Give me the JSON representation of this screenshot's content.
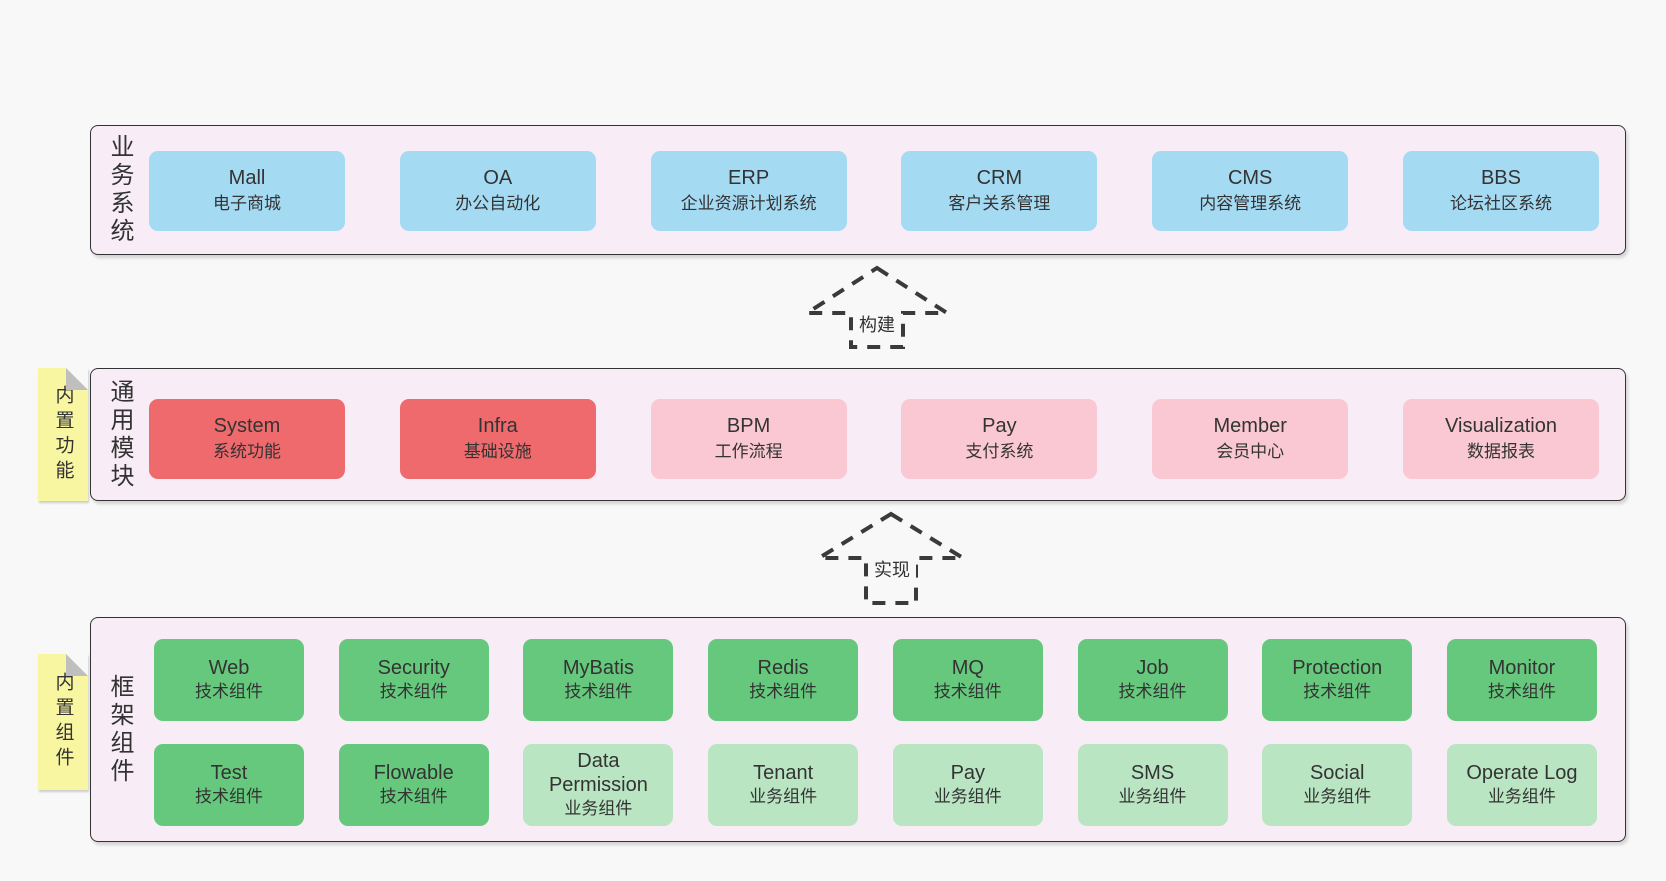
{
  "page": {
    "background": "#f8f8f8"
  },
  "colors": {
    "band_background": "#f8edf6",
    "band_border": "#333333",
    "blue_box": "#a5daf3",
    "red_box": "#ef6a6d",
    "pink_box": "#f9c8d3",
    "green_dark_box": "#66c87c",
    "green_light_box": "#b9e5c3",
    "sticky_yellow": "#f9f6a1",
    "sticky_fold_gray": "#bfbfbf",
    "arrow_dash": "#3a3a3a",
    "text": "#333333"
  },
  "arrows": [
    {
      "label": "构建"
    },
    {
      "label": "实现"
    }
  ],
  "bands": [
    {
      "label": "业务系统",
      "boxes": [
        {
          "name": "Mall",
          "subtitle": "电子商城"
        },
        {
          "name": "OA",
          "subtitle": "办公自动化"
        },
        {
          "name": "ERP",
          "subtitle": "企业资源计划系统"
        },
        {
          "name": "CRM",
          "subtitle": "客户关系管理"
        },
        {
          "name": "CMS",
          "subtitle": "内容管理系统"
        },
        {
          "name": "BBS",
          "subtitle": "论坛社区系统"
        }
      ]
    },
    {
      "label": "通用模块",
      "sticky": "内置功能",
      "boxes": [
        {
          "name": "System",
          "subtitle": "系统功能"
        },
        {
          "name": "Infra",
          "subtitle": "基础设施"
        },
        {
          "name": "BPM",
          "subtitle": "工作流程"
        },
        {
          "name": "Pay",
          "subtitle": "支付系统"
        },
        {
          "name": "Member",
          "subtitle": "会员中心"
        },
        {
          "name": "Visualization",
          "subtitle": "数据报表"
        }
      ]
    },
    {
      "label": "框架组件",
      "sticky": "内置组件",
      "rows": [
        [
          {
            "name": "Web",
            "subtitle": "技术组件"
          },
          {
            "name": "Security",
            "subtitle": "技术组件"
          },
          {
            "name": "MyBatis",
            "subtitle": "技术组件"
          },
          {
            "name": "Redis",
            "subtitle": "技术组件"
          },
          {
            "name": "MQ",
            "subtitle": "技术组件"
          },
          {
            "name": "Job",
            "subtitle": "技术组件"
          },
          {
            "name": "Protection",
            "subtitle": "技术组件"
          },
          {
            "name": "Monitor",
            "subtitle": "技术组件"
          }
        ],
        [
          {
            "name": "Test",
            "subtitle": "技术组件"
          },
          {
            "name": "Flowable",
            "subtitle": "技术组件"
          },
          {
            "name": "Data Permission",
            "subtitle": "业务组件"
          },
          {
            "name": "Tenant",
            "subtitle": "业务组件"
          },
          {
            "name": "Pay",
            "subtitle": "业务组件"
          },
          {
            "name": "SMS",
            "subtitle": "业务组件"
          },
          {
            "name": "Social",
            "subtitle": "业务组件"
          },
          {
            "name": "Operate Log",
            "subtitle": "业务组件"
          }
        ]
      ]
    }
  ]
}
